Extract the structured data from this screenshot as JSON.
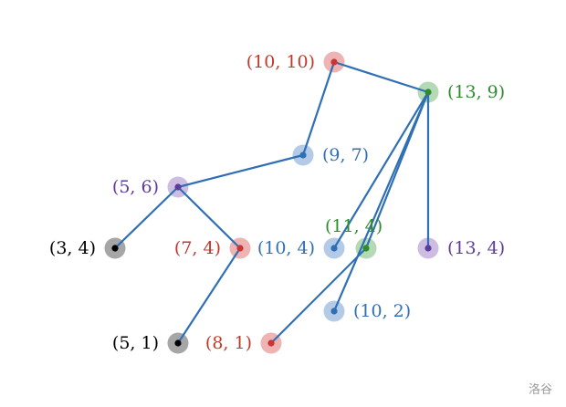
{
  "diagram": {
    "colors": {
      "edge": "#2f6fb4",
      "red": {
        "halo": "#eeb3b3",
        "dot": "#cc3333",
        "text": "#c0392b"
      },
      "green": {
        "halo": "#b5d9b5",
        "dot": "#2e8b2e",
        "text": "#2e8b2e"
      },
      "blue": {
        "halo": "#b3cbe6",
        "dot": "#2f6fb4",
        "text": "#2f6fb4"
      },
      "purple": {
        "halo": "#cdbde3",
        "dot": "#5e3c99",
        "text": "#5e3c99"
      },
      "gray": {
        "halo": "#a6a6a6",
        "dot": "#000000",
        "text": "#000000"
      }
    },
    "nodes": [
      {
        "id": "n10_10",
        "label": "(10, 10)",
        "color": "red"
      },
      {
        "id": "n13_9",
        "label": "(13, 9)",
        "color": "green"
      },
      {
        "id": "n9_7",
        "label": "(9, 7)",
        "color": "blue"
      },
      {
        "id": "n5_6",
        "label": "(5, 6)",
        "color": "purple"
      },
      {
        "id": "n3_4",
        "label": "(3, 4)",
        "color": "gray"
      },
      {
        "id": "n7_4",
        "label": "(7, 4)",
        "color": "red"
      },
      {
        "id": "n10_4",
        "label": "(10, 4)",
        "color": "blue"
      },
      {
        "id": "n11_4",
        "label": "(11, 4)",
        "color": "green"
      },
      {
        "id": "n13_4",
        "label": "(13, 4)",
        "color": "purple"
      },
      {
        "id": "n10_2",
        "label": "(10, 2)",
        "color": "blue"
      },
      {
        "id": "n5_1",
        "label": "(5, 1)",
        "color": "gray"
      },
      {
        "id": "n8_1",
        "label": "(8, 1)",
        "color": "red"
      }
    ],
    "edges": [
      [
        "n10_10",
        "n13_9"
      ],
      [
        "n10_10",
        "n9_7"
      ],
      [
        "n9_7",
        "n5_6"
      ],
      [
        "n5_6",
        "n3_4"
      ],
      [
        "n5_6",
        "n7_4"
      ],
      [
        "n7_4",
        "n5_1"
      ],
      [
        "n13_9",
        "n10_4"
      ],
      [
        "n13_9",
        "n11_4"
      ],
      [
        "n13_9",
        "n13_4"
      ],
      [
        "n13_9",
        "n10_2"
      ],
      [
        "n11_4",
        "n8_1"
      ]
    ]
  },
  "watermark": {
    "text": "洛谷"
  }
}
